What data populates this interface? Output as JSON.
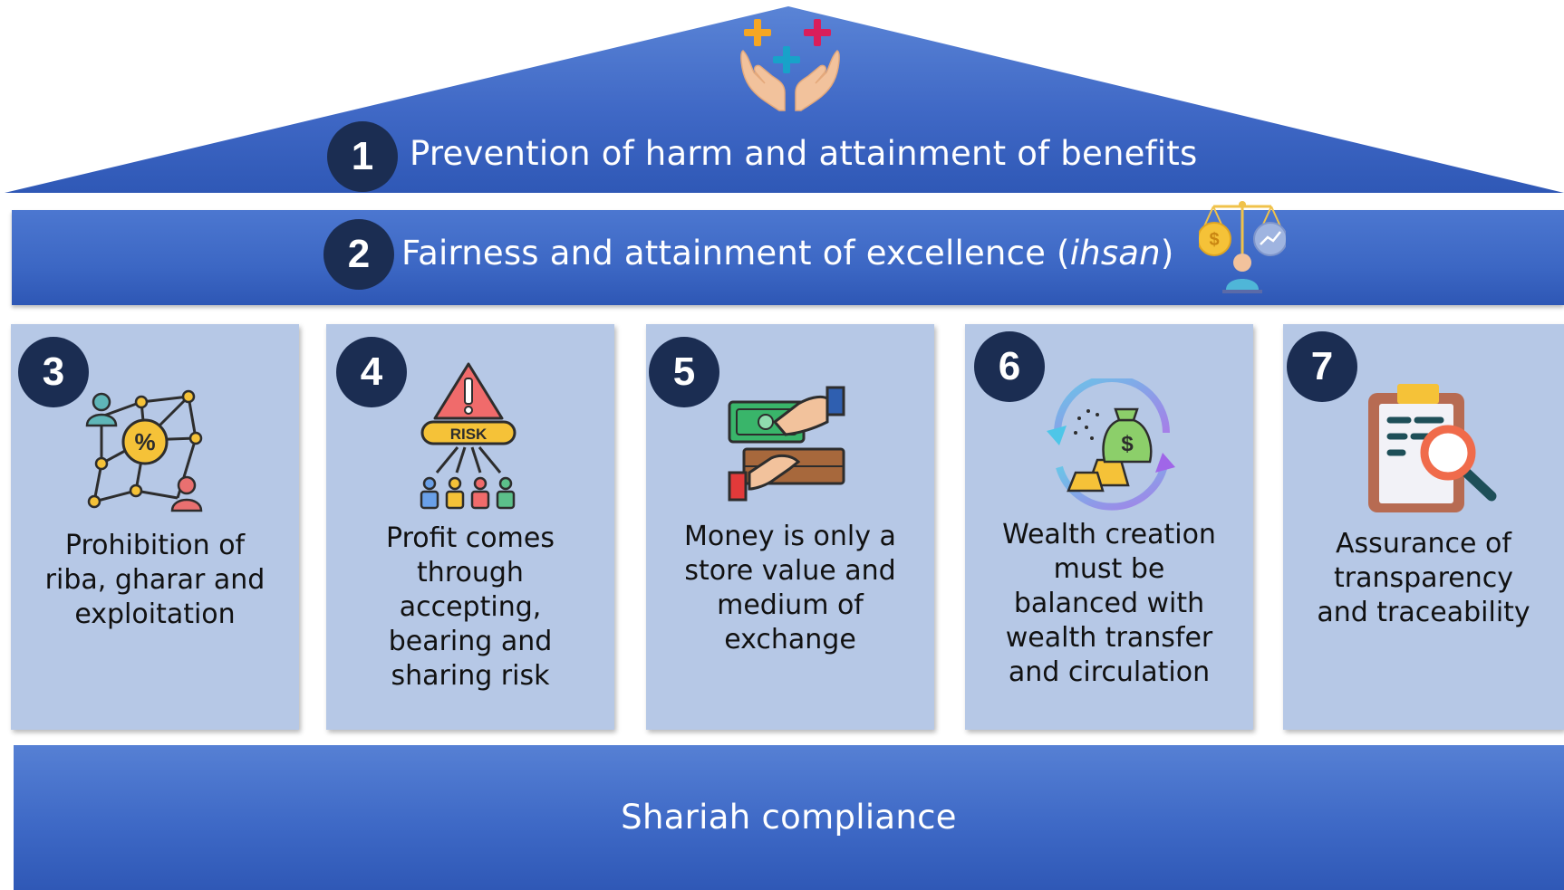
{
  "roof": {
    "number": "1",
    "title": "Prevention of harm and attainment of benefits",
    "icon": "hands-plus-icon"
  },
  "band": {
    "number": "2",
    "title_main": "Fairness and attainment of excellence (",
    "title_italic": "ihsan",
    "title_end": ")",
    "icon": "balance-scale-icon"
  },
  "pillars": [
    {
      "number": "3",
      "lines": [
        "Prohibition of",
        "riba, gharar and",
        "exploitation"
      ],
      "icon": "network-percent-icon"
    },
    {
      "number": "4",
      "lines": [
        "Profit comes",
        "through",
        "accepting,",
        "bearing and",
        "sharing risk"
      ],
      "icon": "risk-warning-icon"
    },
    {
      "number": "5",
      "lines": [
        "Money is only a",
        "store value and",
        "medium of",
        "exchange"
      ],
      "icon": "money-exchange-icon"
    },
    {
      "number": "6",
      "lines": [
        "Wealth creation",
        "must be",
        "balanced with",
        "wealth transfer",
        "and circulation"
      ],
      "icon": "money-circulation-icon"
    },
    {
      "number": "7",
      "lines": [
        "Assurance of",
        "transparency",
        "and traceability"
      ],
      "icon": "clipboard-magnifier-icon"
    }
  ],
  "base": {
    "title": "Shariah compliance"
  },
  "colors": {
    "roof_blue": "#3f69c7",
    "badge_navy": "#1b2d52",
    "pillar_light": "#b6c8e6",
    "text_white": "#ffffff"
  }
}
